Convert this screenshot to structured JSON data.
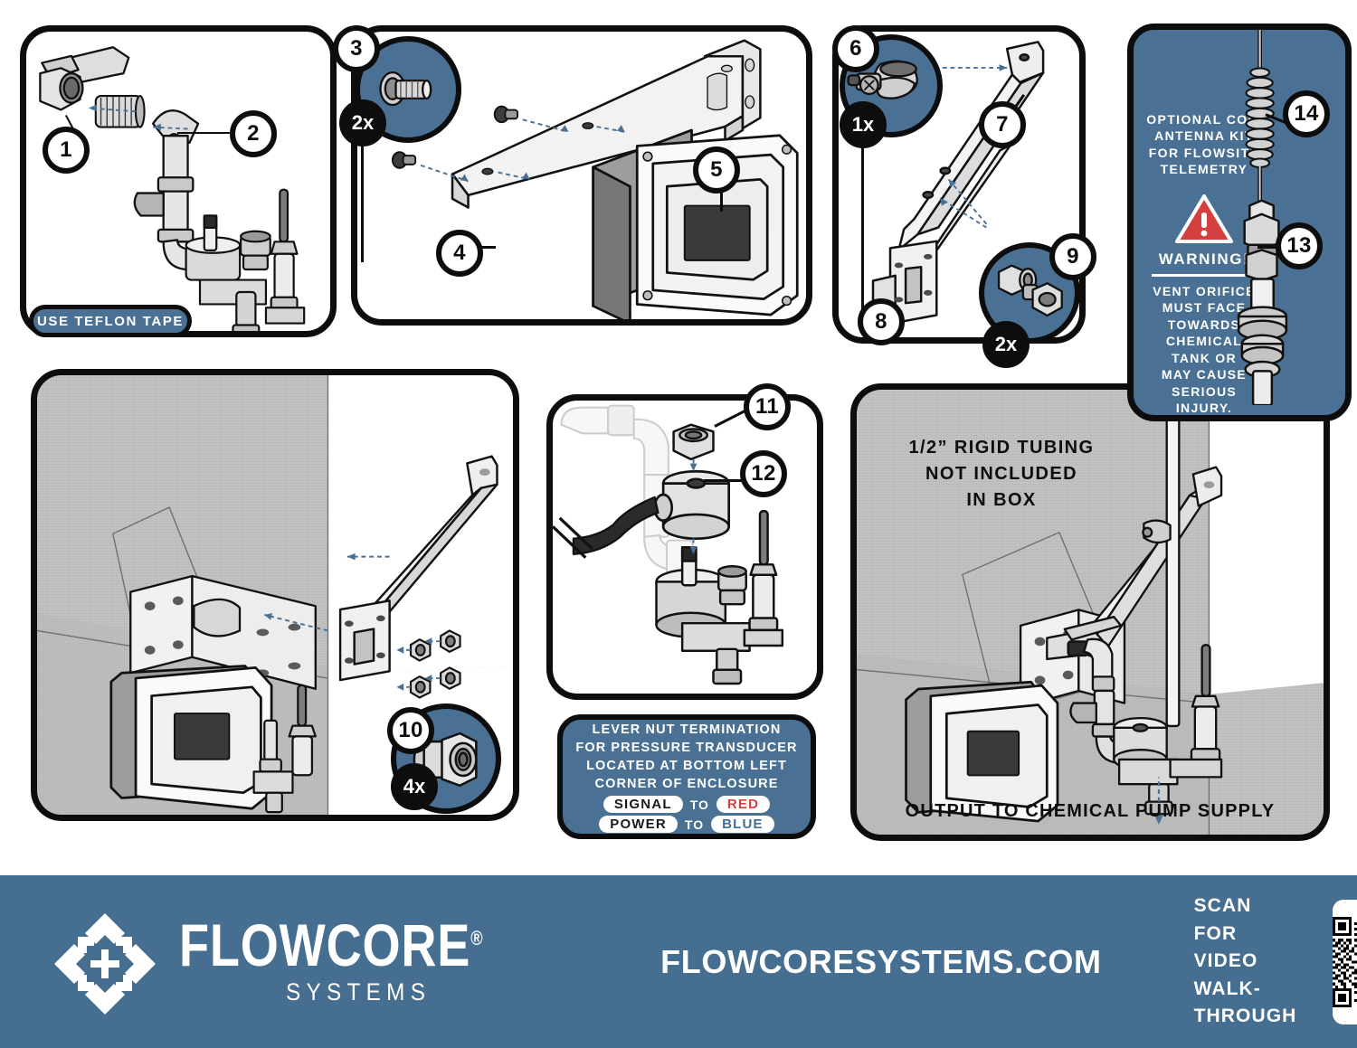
{
  "document": {
    "type": "installation-instruction-sheet",
    "brand": "FLOWCORE",
    "brand_sub": "SYSTEMS"
  },
  "colors": {
    "brand_blue": "#456E91",
    "panel_blue": "#4A7194",
    "ink": "#0D0D0D",
    "gray_panel": "#C3C3C3",
    "warning_red": "#D3403F",
    "tag_blue": "#3E6F99",
    "white": "#FFFFFF"
  },
  "panels": {
    "panel1": {
      "name": "valve-and-nipple-assembly",
      "callouts": [
        {
          "id": "1",
          "label": "1",
          "type": "number"
        },
        {
          "id": "2",
          "label": "2",
          "type": "number"
        }
      ],
      "pill_label": "USE TEFLON TAPE"
    },
    "panel2": {
      "name": "mounting-plate-and-enclosure",
      "callouts": [
        {
          "id": "3",
          "label": "3",
          "type": "number"
        },
        {
          "id": "3qty",
          "label": "2x",
          "type": "quantity"
        },
        {
          "id": "4",
          "label": "4",
          "type": "number"
        },
        {
          "id": "5",
          "label": "5",
          "type": "number"
        }
      ]
    },
    "panel3": {
      "name": "bracket-clamp-hardware",
      "callouts": [
        {
          "id": "6",
          "label": "6",
          "type": "number"
        },
        {
          "id": "6qty",
          "label": "1x",
          "type": "quantity"
        },
        {
          "id": "7",
          "label": "7",
          "type": "number"
        },
        {
          "id": "8",
          "label": "8",
          "type": "number"
        },
        {
          "id": "9",
          "label": "9",
          "type": "number"
        },
        {
          "id": "9qty",
          "label": "2x",
          "type": "quantity"
        }
      ]
    },
    "panel4_warning": {
      "name": "optional-antenna-and-warning",
      "antenna_text": "OPTIONAL COIL\nANTENNA KIT\nFOR FLOWSITE\nTELEMETRY",
      "antenna_lines": [
        "OPTIONAL COIL",
        "ANTENNA KIT",
        "FOR FLOWSITE",
        "TELEMETRY"
      ],
      "warning_heading": "WARNING!",
      "warning_lines": [
        "VENT ORIFICE",
        "MUST FACE",
        "TOWARDS",
        "CHEMICAL",
        "TANK OR",
        "MAY CAUSE",
        "SERIOUS",
        "INJURY."
      ],
      "callouts": [
        {
          "id": "13",
          "label": "13",
          "type": "number"
        },
        {
          "id": "14",
          "label": "14",
          "type": "number"
        }
      ]
    },
    "panel5_wall": {
      "name": "wall-mount-install-detail",
      "callouts": [
        {
          "id": "10",
          "label": "10",
          "type": "number"
        },
        {
          "id": "10qty",
          "label": "4x",
          "type": "quantity"
        }
      ]
    },
    "panel6_transducer": {
      "name": "pressure-transducer-detail",
      "callouts": [
        {
          "id": "11",
          "label": "11",
          "type": "number"
        },
        {
          "id": "12",
          "label": "12",
          "type": "number"
        }
      ]
    },
    "panel7_final": {
      "name": "final-assembly-overview",
      "note_lines": [
        "1/2” RIGID TUBING",
        "NOT INCLUDED",
        "IN BOX"
      ],
      "caption": "OUTPUT TO CHEMICAL PUMP SUPPLY"
    },
    "infobox": {
      "name": "lever-nut-termination-note",
      "lines": [
        "LEVER NUT TERMINATION",
        "FOR PRESSURE TRANSDUCER",
        "LOCATED AT BOTTOM LEFT",
        "CORNER OF ENCLOSURE"
      ],
      "mappings": [
        {
          "from": "SIGNAL",
          "to": "TO",
          "target": "RED",
          "target_color": "#D3403F"
        },
        {
          "from": "POWER",
          "to": "TO",
          "target": "BLUE",
          "target_color": "#3E6F99"
        }
      ]
    }
  },
  "footer": {
    "logo_word": "FLOWCORE",
    "logo_registered": "®",
    "logo_sub": "SYSTEMS",
    "url": "FLOWCORESYSTEMS.COM",
    "scan_line1": "SCAN FOR VIDEO",
    "scan_line2": "WALK-THROUGH",
    "qr_icon": "qr-code-icon"
  }
}
